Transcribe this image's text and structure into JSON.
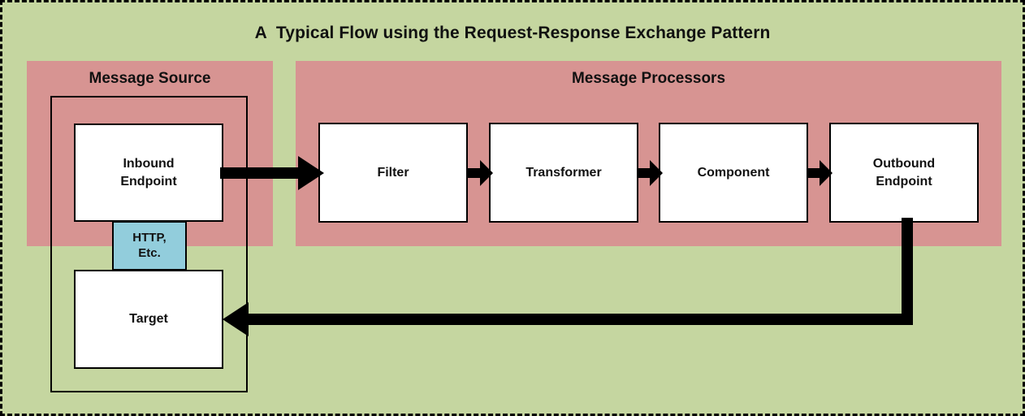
{
  "title": "A  Typical Flow using the Request-Response Exchange Pattern",
  "colors": {
    "background_green": "#c5d6a0",
    "panel_salmon": "#d79492",
    "node_white": "#ffffff",
    "protocol_blue": "#92cddc",
    "stroke_black": "#000000"
  },
  "panels": [
    {
      "id": "message-source",
      "title": "Message Source"
    },
    {
      "id": "message-processors",
      "title": "Message Processors"
    }
  ],
  "nodes": {
    "inbound": {
      "label": "Inbound\nEndpoint"
    },
    "filter": {
      "label": "Filter"
    },
    "transformer": {
      "label": "Transformer"
    },
    "component": {
      "label": "Component"
    },
    "outbound": {
      "label": "Outbound\nEndpoint"
    },
    "target": {
      "label": "Target"
    },
    "protocol": {
      "line1": "HTTP,",
      "line2": "Etc."
    }
  },
  "arrows": [
    {
      "name": "inbound-to-filter",
      "from": "Inbound Endpoint",
      "to": "Filter",
      "style": "thick-right"
    },
    {
      "name": "filter-to-transformer",
      "from": "Filter",
      "to": "Transformer",
      "style": "right"
    },
    {
      "name": "transformer-to-component",
      "from": "Transformer",
      "to": "Component",
      "style": "right"
    },
    {
      "name": "component-to-outbound",
      "from": "Component",
      "to": "Outbound Endpoint",
      "style": "right"
    },
    {
      "name": "outbound-to-target",
      "from": "Outbound Endpoint",
      "to": "Target",
      "style": "elbow-left"
    }
  ]
}
